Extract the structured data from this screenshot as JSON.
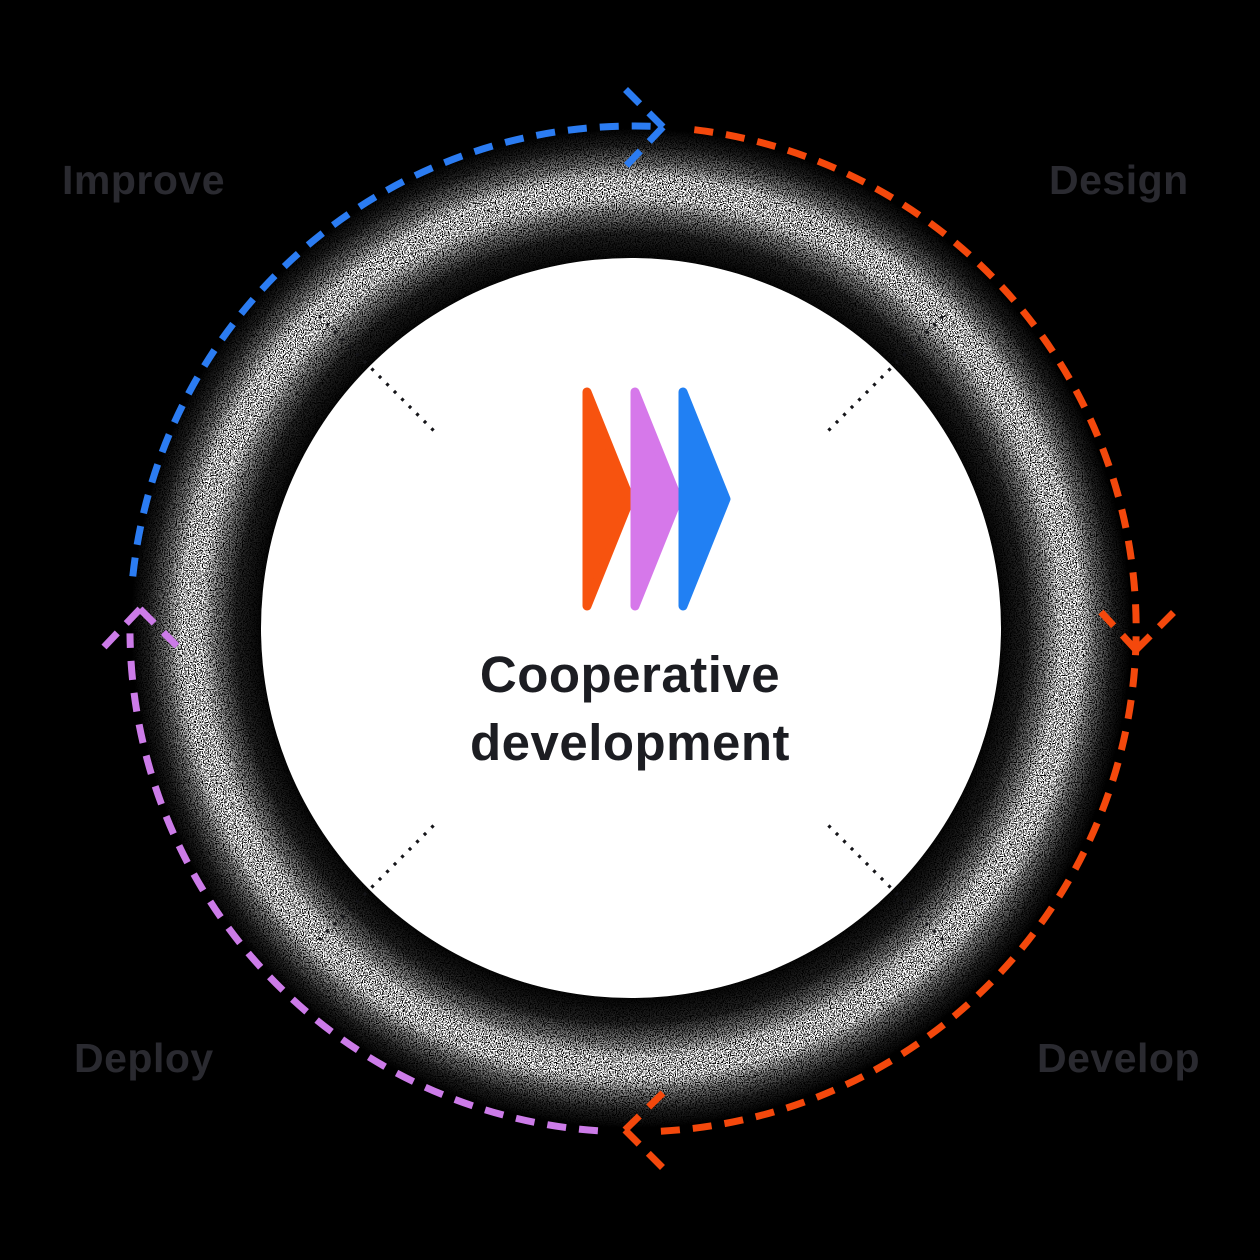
{
  "background_color": "#000000",
  "flow_direction": "clockwise",
  "center": {
    "title": "Cooperative development",
    "title_color": "#1C1D22",
    "circle_fill": "#FFFFFF",
    "logo": {
      "icon": "triple-chevron-logo",
      "chevron_colors": [
        "#F7530F",
        "#D678EA",
        "#2180F3"
      ]
    }
  },
  "stages": [
    {
      "label": "Improve",
      "position": "top-left"
    },
    {
      "label": "Design",
      "position": "top-right"
    },
    {
      "label": "Deploy",
      "position": "bottom-left"
    },
    {
      "label": "Develop",
      "position": "bottom-right"
    }
  ],
  "label_color": "#2A2A30",
  "tick_color": "#141418",
  "grain_color": "#FFFFFF",
  "arcs": [
    {
      "name": "improve-arc",
      "color": "#2B7CF2",
      "position": "top-left",
      "arrow": "right-at-top"
    },
    {
      "name": "design-develop-arc",
      "color": "#F4480C",
      "position": "right",
      "arrow": "down-at-right-and-left-at-bottom"
    },
    {
      "name": "deploy-arc",
      "color": "#CC7BE8",
      "position": "bottom-left",
      "arrow": "up-at-left"
    }
  ]
}
